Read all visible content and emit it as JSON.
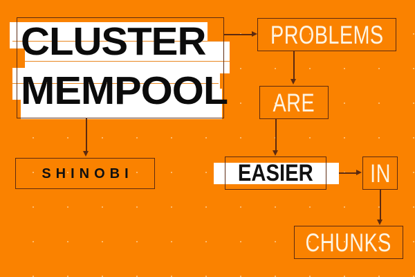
{
  "theme": {
    "background_color": "#fa8200",
    "border_color": "#5c2a10",
    "node_text_color": "#fdf4e3",
    "highlight_color": "#ffffff",
    "dark_text_color": "#0b0b0b",
    "rule_color": "#e8861e"
  },
  "title": {
    "line1": "CLUSTER",
    "line2": "MEMPOOL"
  },
  "nodes": {
    "shinobi": {
      "label": "SHINOBI"
    },
    "problems": {
      "label": "PROBLEMS"
    },
    "are": {
      "label": "ARE"
    },
    "easier": {
      "label": "EASIER"
    },
    "in": {
      "label": "IN"
    },
    "chunks": {
      "label": "CHUNKS"
    }
  },
  "sentence": "PROBLEMS ARE EASIER IN CHUNKS"
}
